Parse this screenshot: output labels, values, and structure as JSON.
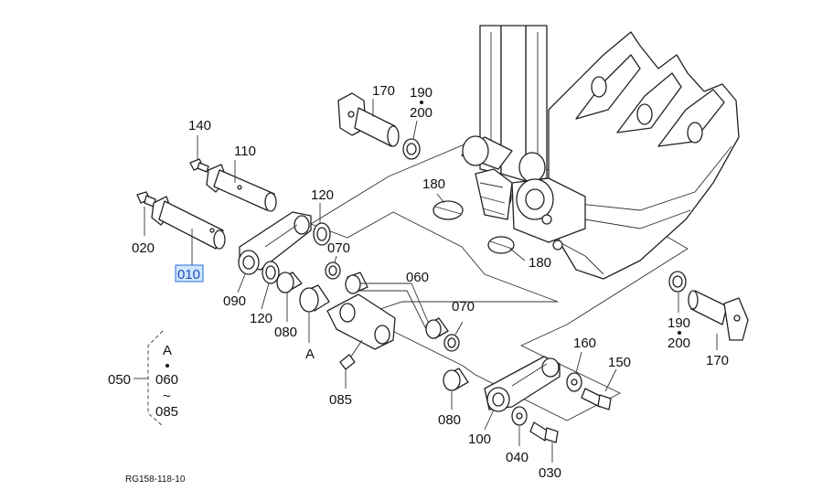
{
  "diagram": {
    "reference": "RG158-118-10",
    "selected_part": "010",
    "parts": [
      {
        "id": "p170a",
        "label": "170"
      },
      {
        "id": "p190a",
        "label": "190"
      },
      {
        "id": "p200a",
        "label": "200"
      },
      {
        "id": "p140",
        "label": "140"
      },
      {
        "id": "p110",
        "label": "110"
      },
      {
        "id": "p120a",
        "label": "120"
      },
      {
        "id": "p180a",
        "label": "180"
      },
      {
        "id": "p020",
        "label": "020"
      },
      {
        "id": "p010",
        "label": "010"
      },
      {
        "id": "p070a",
        "label": "070"
      },
      {
        "id": "p060",
        "label": "060"
      },
      {
        "id": "p180b",
        "label": "180"
      },
      {
        "id": "p090",
        "label": "090"
      },
      {
        "id": "p120b",
        "label": "120"
      },
      {
        "id": "p080a",
        "label": "080"
      },
      {
        "id": "pA",
        "label": "A"
      },
      {
        "id": "p070b",
        "label": "070"
      },
      {
        "id": "p190b",
        "label": "190"
      },
      {
        "id": "p200b",
        "label": "200"
      },
      {
        "id": "p170b",
        "label": "170"
      },
      {
        "id": "p160",
        "label": "160"
      },
      {
        "id": "p150",
        "label": "150"
      },
      {
        "id": "p085",
        "label": "085"
      },
      {
        "id": "p080b",
        "label": "080"
      },
      {
        "id": "p100",
        "label": "100"
      },
      {
        "id": "p040",
        "label": "040"
      },
      {
        "id": "p030",
        "label": "030"
      }
    ],
    "group": {
      "label": "050",
      "items": [
        "A",
        "060",
        "085"
      ],
      "range_mark": "~"
    }
  }
}
